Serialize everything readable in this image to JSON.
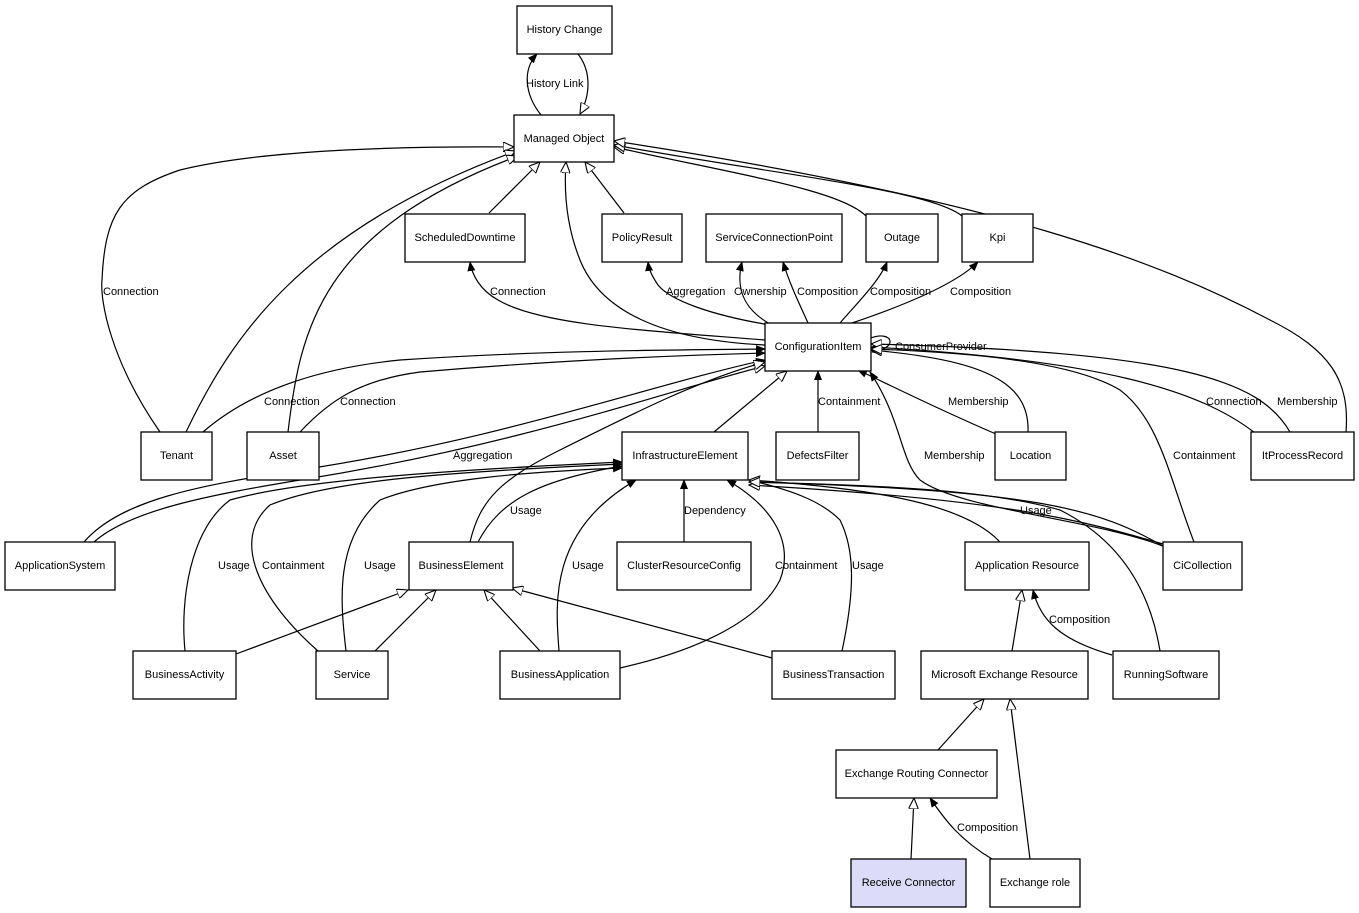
{
  "nodes": {
    "history_change": "History Change",
    "managed_object": "Managed Object",
    "scheduled_downtime": "ScheduledDowntime",
    "policy_result": "PolicyResult",
    "service_connection_point": "ServiceConnectionPoint",
    "outage": "Outage",
    "kpi": "Kpi",
    "configuration_item": "ConfigurationItem",
    "tenant": "Tenant",
    "asset": "Asset",
    "infrastructure_element": "InfrastructureElement",
    "defects_filter": "DefectsFilter",
    "location": "Location",
    "it_process_record": "ItProcessRecord",
    "application_system": "ApplicationSystem",
    "business_element": "BusinessElement",
    "cluster_resource_config": "ClusterResourceConfig",
    "application_resource": "Application Resource",
    "ci_collection": "CiCollection",
    "business_activity": "BusinessActivity",
    "service": "Service",
    "business_application": "BusinessApplication",
    "business_transaction": "BusinessTransaction",
    "microsoft_exchange_resource": "Microsoft Exchange Resource",
    "running_software": "RunningSoftware",
    "exchange_routing_connector": "Exchange Routing Connector",
    "receive_connector": "Receive Connector",
    "exchange_role": "Exchange role"
  },
  "edge_labels": {
    "history_link": "History Link",
    "connection_tenant_mo": "Connection",
    "connection_sd": "Connection",
    "aggregation_pr": "Aggregation",
    "ownership": "Ownership",
    "composition_scp": "Composition",
    "composition_outage": "Composition",
    "composition_kpi": "Composition",
    "consumer_provider": "ConsumerProvider",
    "connection_tenant": "Connection",
    "connection_asset": "Connection",
    "containment_defects": "Containment",
    "membership_location": "Membership",
    "connection_itpr": "Connection",
    "membership_itpr": "Membership",
    "aggregation_appsys": "Aggregation",
    "membership_cicoll": "Membership",
    "containment_cicoll": "Containment",
    "usage_be": "Usage",
    "dependency": "Dependency",
    "usage_cicoll": "Usage",
    "usage_ba": "Usage",
    "containment_service": "Containment",
    "usage_service": "Usage",
    "usage_bapp": "Usage",
    "containment_bapp": "Containment",
    "usage_bt": "Usage",
    "composition_rs": "Composition",
    "composition_er": "Composition"
  },
  "colors": {
    "highlight_fill": "#dcdcf8",
    "node_fill": "#ffffff",
    "stroke": "#000000"
  }
}
